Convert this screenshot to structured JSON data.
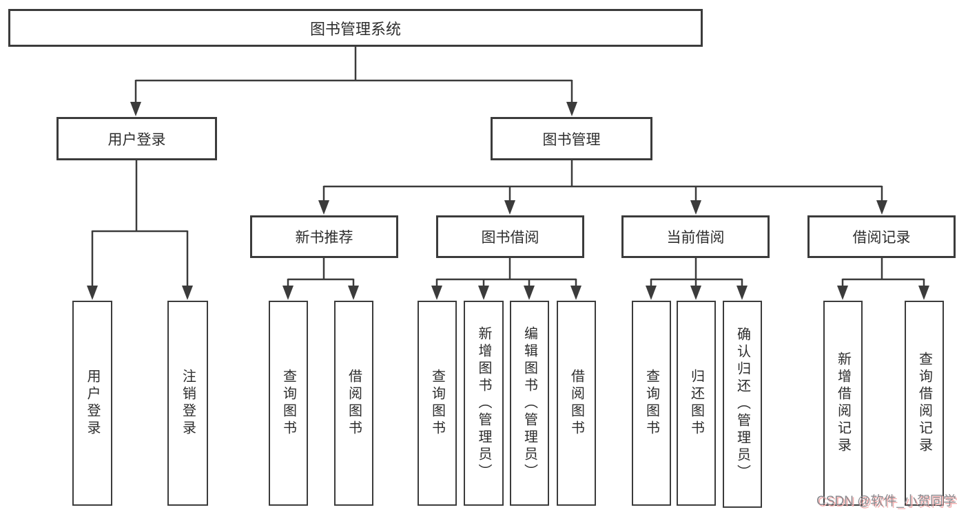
{
  "diagram": {
    "title": "图书管理系统",
    "nodes": {
      "root": "图书管理系统",
      "user_login": "用户登录",
      "book_management": "图书管理",
      "new_book_recommend": "新书推荐",
      "book_borrow": "图书借阅",
      "current_borrow": "当前借阅",
      "borrow_records": "借阅记录",
      "leaves": {
        "login": [
          "用户登录",
          "注销登录"
        ],
        "recommend": [
          "查询图书",
          "借阅图书"
        ],
        "borrow": [
          "查询图书",
          "新增图书（管理员）",
          "编辑图书（管理员）",
          "借阅图书"
        ],
        "current": [
          "查询图书",
          "归还图书",
          "确认归还（管理员）"
        ],
        "records": [
          "新增借阅记录",
          "查询借阅记录"
        ]
      }
    },
    "colors": {
      "line": "#3b3b3b",
      "box_border": "#3b3b3b",
      "text": "#2d2d2d",
      "background": "#ffffff",
      "watermark_text": "#8b8b90",
      "watermark_shadow": "#f3aeae"
    }
  },
  "watermark": {
    "text": "CSDN @软件_小贺同学"
  }
}
